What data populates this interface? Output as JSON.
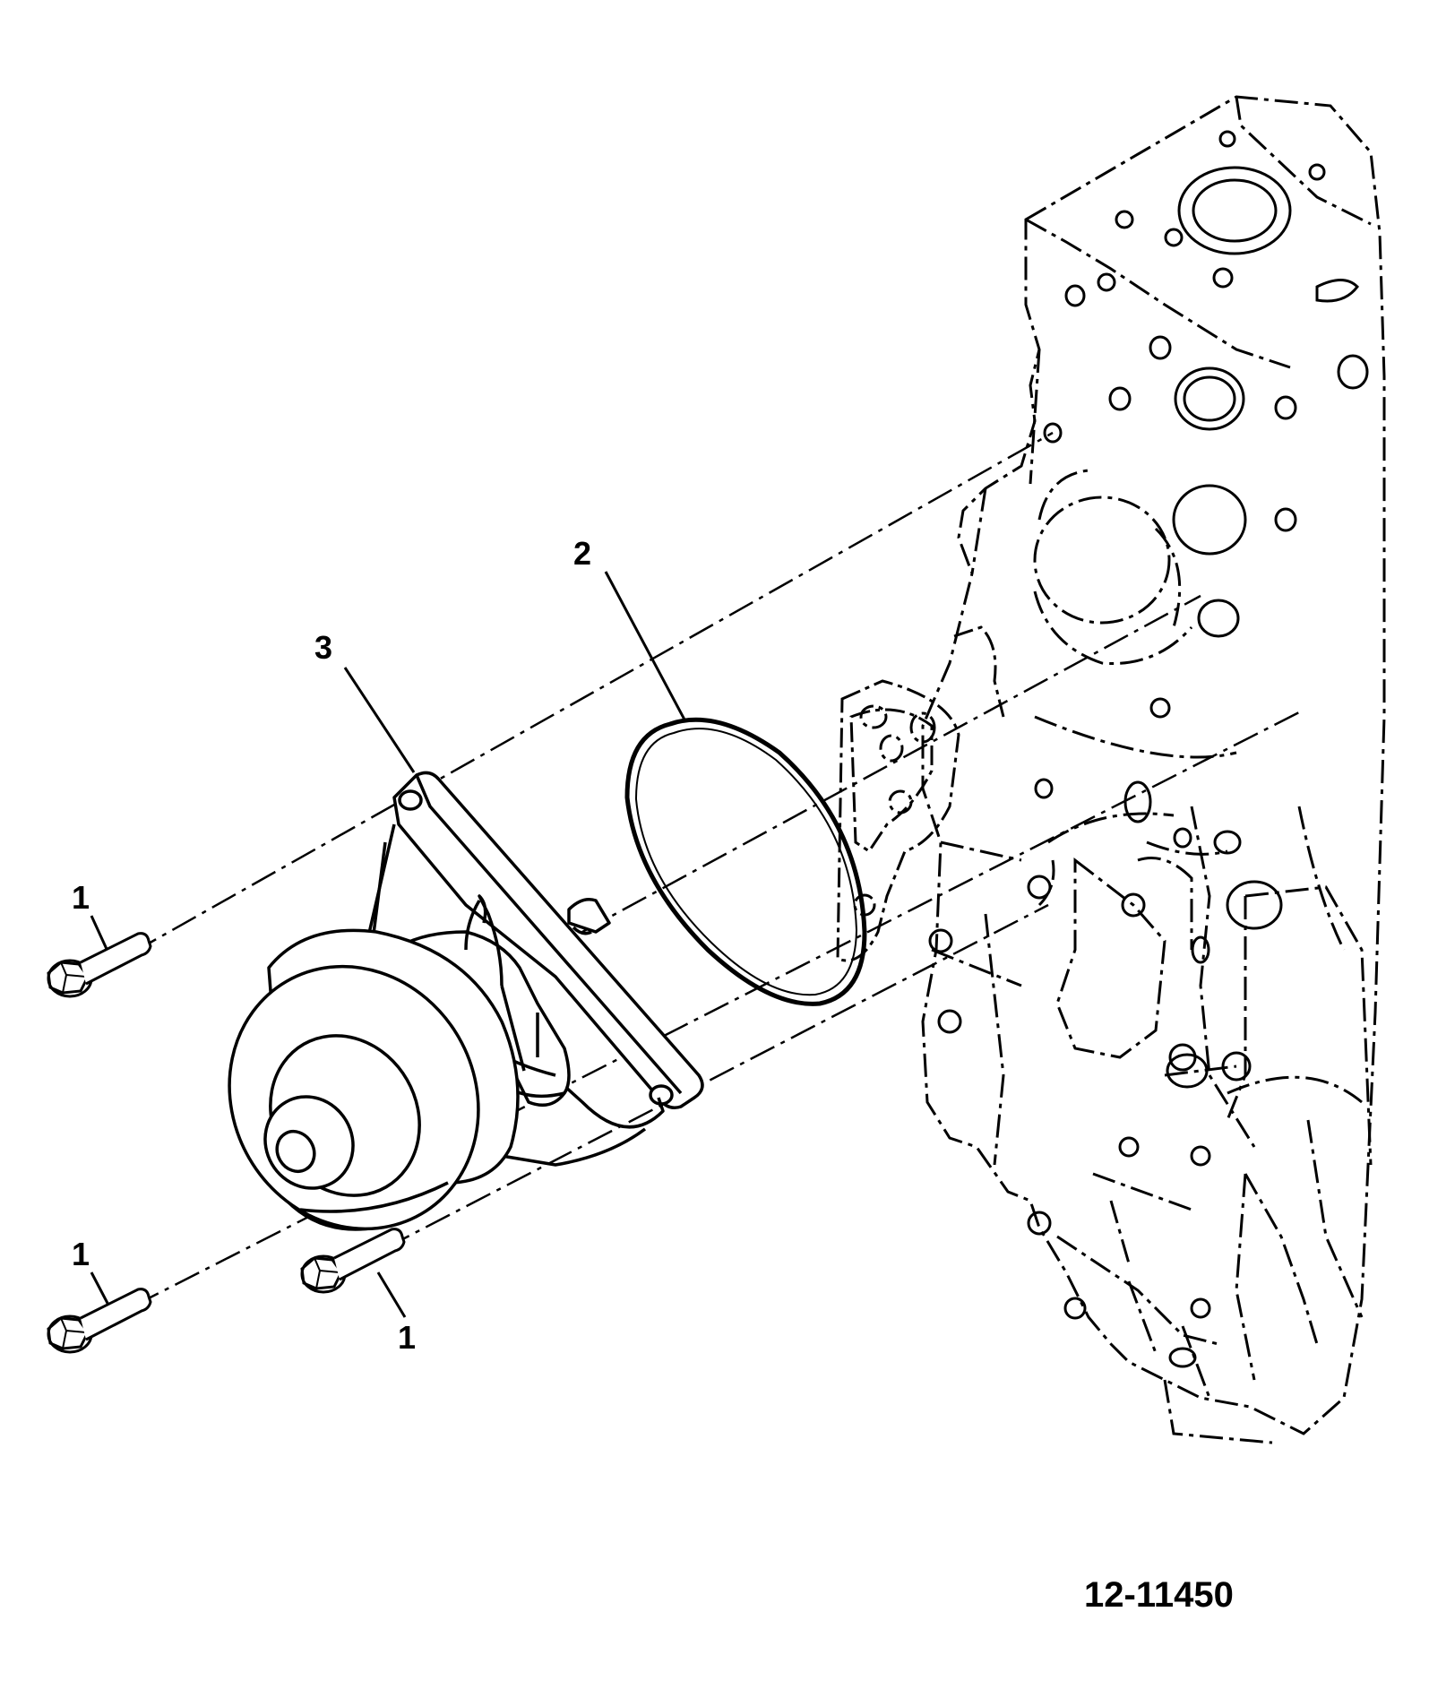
{
  "callouts": {
    "bolt_upper_left": "1",
    "bolt_lower_left": "1",
    "bolt_lower_middle": "1",
    "gasket": "2",
    "water_pump": "3"
  },
  "figure_id": "12-11450",
  "colors": {
    "ink": "#000000",
    "paper": "#ffffff"
  }
}
